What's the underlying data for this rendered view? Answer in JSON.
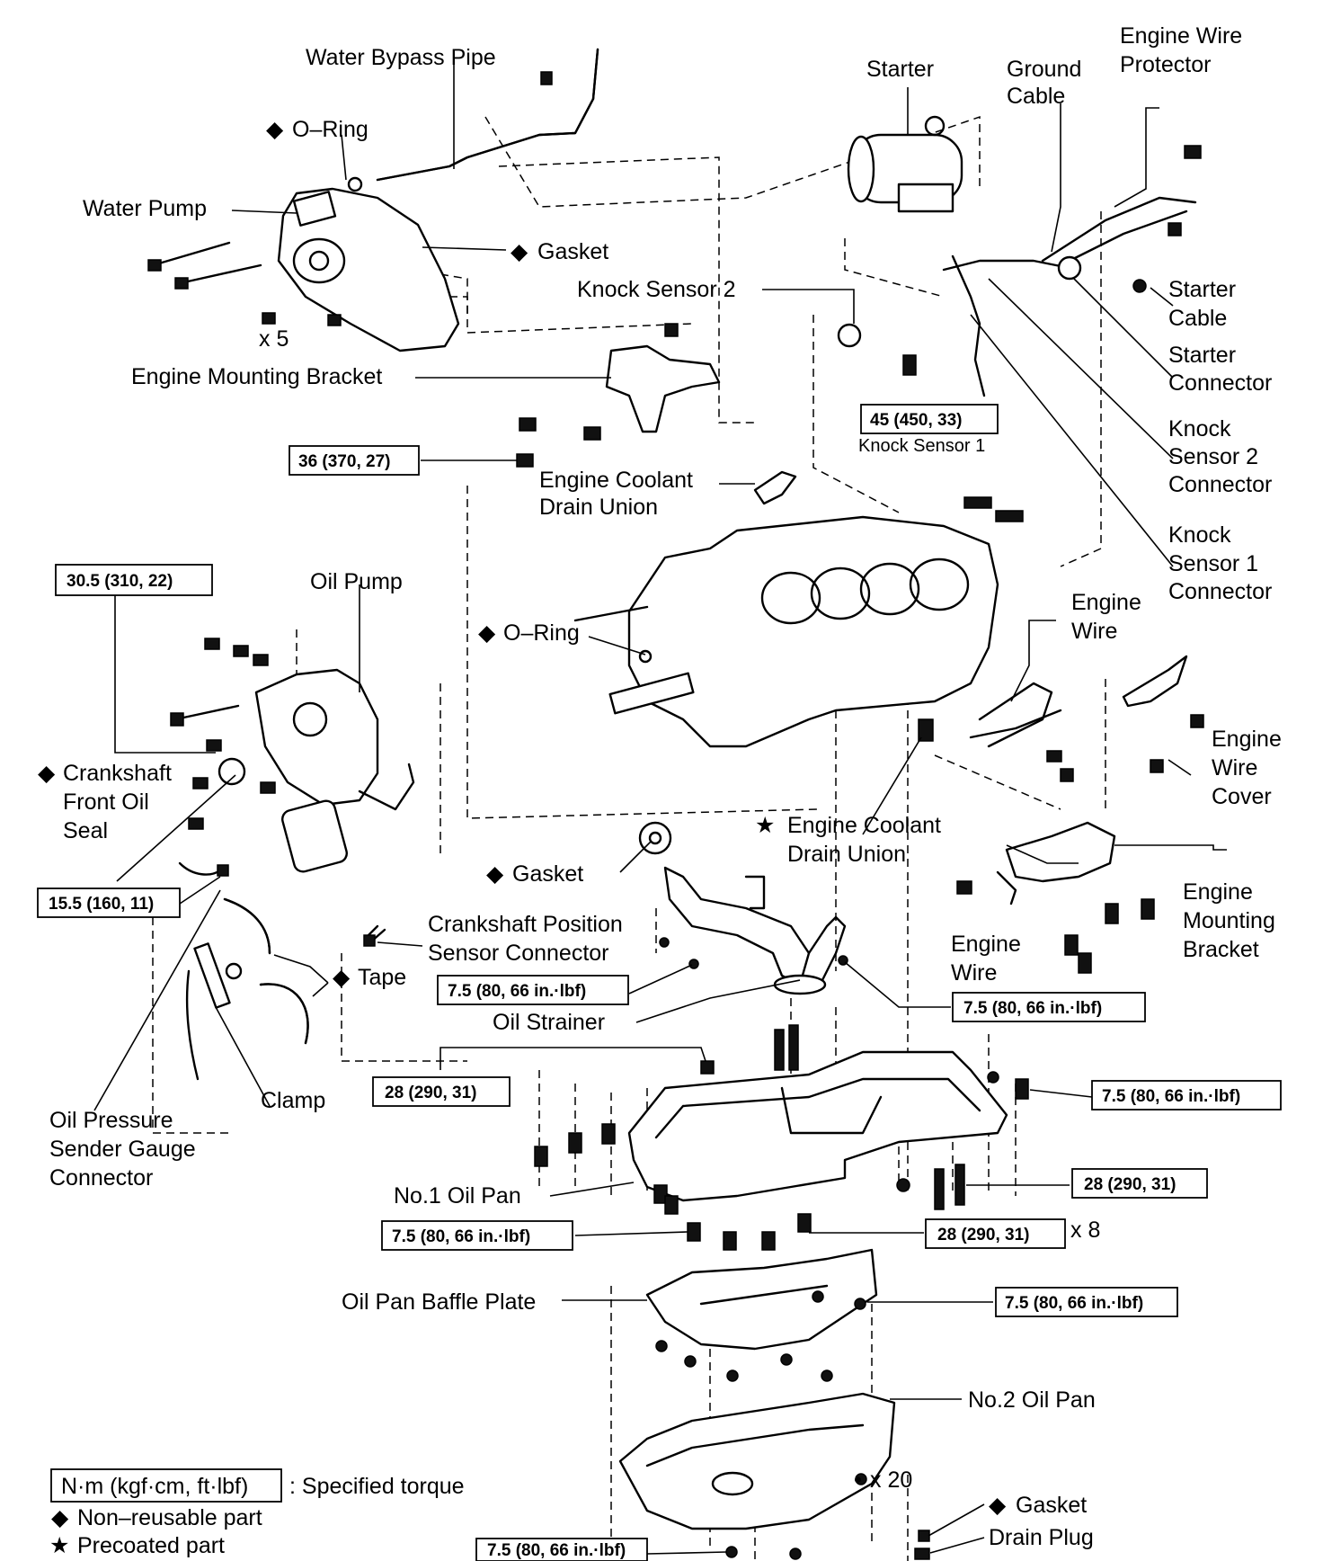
{
  "labels": {
    "water_bypass_pipe": "Water Bypass Pipe",
    "o_ring_top": "O–Ring",
    "water_pump": "Water Pump",
    "gasket_top": "Gasket",
    "x5": "x 5",
    "engine_mounting_bracket_left": "Engine Mounting Bracket",
    "knock_sensor_2": "Knock Sensor 2",
    "engine_coolant_drain_union_1": [
      "Engine Coolant",
      "Drain Union"
    ],
    "knock_sensor_1": "Knock Sensor 1",
    "starter": "Starter",
    "ground_cable": [
      "Ground",
      "Cable"
    ],
    "engine_wire_protector": [
      "Engine Wire",
      "Protector"
    ],
    "starter_cable": [
      "Starter",
      "Cable"
    ],
    "starter_connector": [
      "Starter",
      "Connector"
    ],
    "knock_sensor_2_connector": [
      "Knock",
      "Sensor 2",
      "Connector"
    ],
    "knock_sensor_1_connector": [
      "Knock",
      "Sensor 1",
      "Connector"
    ],
    "oil_pump": "Oil Pump",
    "o_ring_mid": "O–Ring",
    "crankshaft_front_oil_seal": [
      "Crankshaft",
      "Front Oil",
      "Seal"
    ],
    "engine_wire_upper": [
      "Engine",
      "Wire"
    ],
    "engine_wire_cover": [
      "Engine",
      "Wire",
      "Cover"
    ],
    "engine_coolant_drain_union_2": [
      "Engine Coolant",
      "Drain Union"
    ],
    "gasket_mid": "Gasket",
    "crankshaft_position_sensor_connector": [
      "Crankshaft Position",
      "Sensor Connector"
    ],
    "tape": "Tape",
    "clamp": "Clamp",
    "oil_pressure_sender_gauge_connector": [
      "Oil Pressure",
      "Sender Gauge",
      "Connector"
    ],
    "oil_strainer": "Oil Strainer",
    "engine_wire_lower": [
      "Engine",
      "Wire"
    ],
    "engine_mounting_bracket_right": [
      "Engine",
      "Mounting",
      "Bracket"
    ],
    "no1_oil_pan": "No.1 Oil Pan",
    "x8": "x 8",
    "oil_pan_baffle_plate": "Oil Pan Baffle Plate",
    "no2_oil_pan": "No.2 Oil Pan",
    "x20": "x 20",
    "gasket_bottom": "Gasket",
    "drain_plug": "Drain Plug"
  },
  "torques": {
    "t_knock1": "45 (450, 33)",
    "t_36": "36 (370, 27)",
    "t_30": "30.5 (310, 22)",
    "t_15": "15.5 (160, 11)",
    "t_75_strainer_left": "7.5 (80, 66 in.·lbf)",
    "t_75_strainer_right": "7.5 (80, 66 in.·lbf)",
    "t_28_left": "28 (290, 31)",
    "t_75_pan_right": "7.5 (80, 66 in.·lbf)",
    "t_28_right": "28 (290, 31)",
    "t_75_pan_left": "7.5 (80, 66 in.·lbf)",
    "t_28_x8": "28 (290, 31)",
    "t_75_baffle": "7.5 (80, 66 in.·lbf)",
    "t_75_bottom": "7.5 (80, 66 in.·lbf)"
  },
  "legend": {
    "unit_box": "N·m (kgf·cm, ft·lbf)",
    "unit_desc": ": Specified torque",
    "non_reusable": "Non–reusable part",
    "precoated": "Precoated part"
  },
  "symbols": {
    "diamond": "◆",
    "star": "★"
  }
}
